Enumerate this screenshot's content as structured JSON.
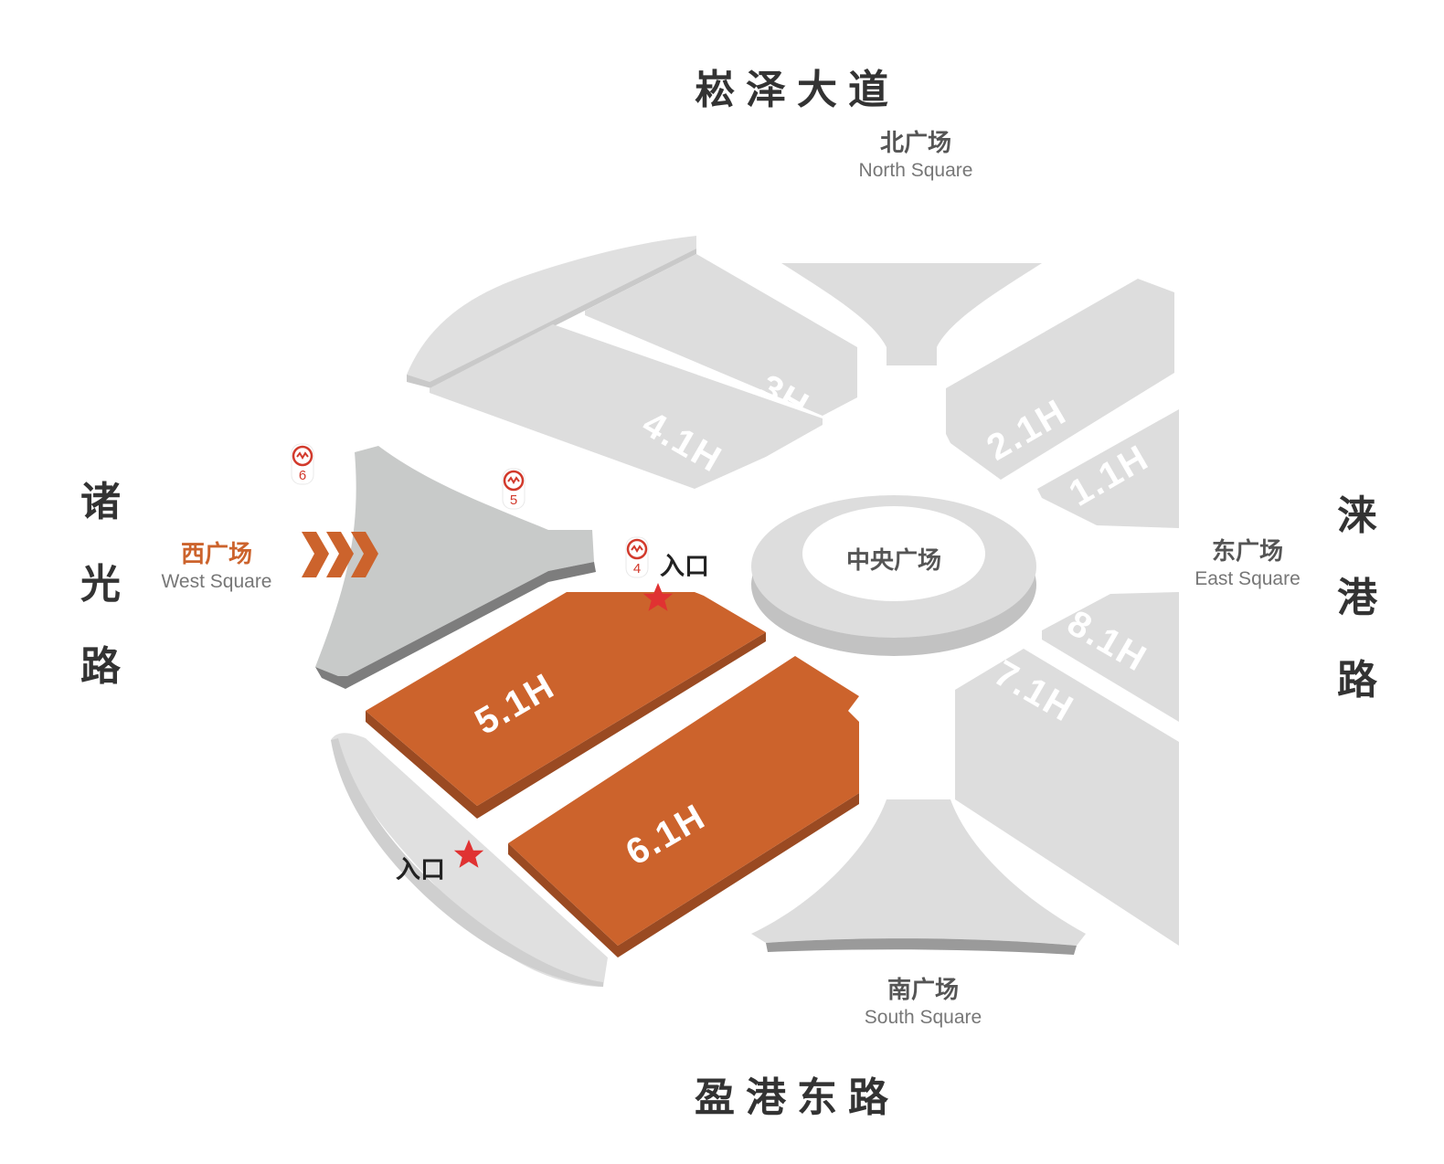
{
  "roads": {
    "north": "崧泽大道",
    "south": "盈港东路",
    "west": [
      "诸",
      "光",
      "路"
    ],
    "east": [
      "涞",
      "港",
      "路"
    ]
  },
  "squares": {
    "north": {
      "cn": "北广场",
      "en": "North Square"
    },
    "east": {
      "cn": "东广场",
      "en": "East Square"
    },
    "south": {
      "cn": "南广场",
      "en": "South Square"
    },
    "west": {
      "cn": "西广场",
      "en": "West Square"
    },
    "central": "中央广场"
  },
  "halls": {
    "h3": "3H",
    "h41": "4.1H",
    "h21": "2.1H",
    "h11": "1.1H",
    "h81": "8.1H",
    "h71": "7.1H",
    "h51": "5.1H",
    "h61": "6.1H"
  },
  "metro": {
    "line6": "6",
    "line5": "5",
    "line4": "4"
  },
  "entrances": {
    "top": "入口",
    "bottom": "入口"
  },
  "colors": {
    "highlight": "#cc632c",
    "highlight_side": "#9a4a22",
    "hall_grey": "#dcdcdc",
    "hall_label": "#ffffff",
    "plaza_grey": "#c8cac9",
    "plaza_side": "#7d7d7d",
    "entrance_star": "#e03232",
    "metro_red": "#d23a2c",
    "west_square_text": "#cc632c"
  }
}
